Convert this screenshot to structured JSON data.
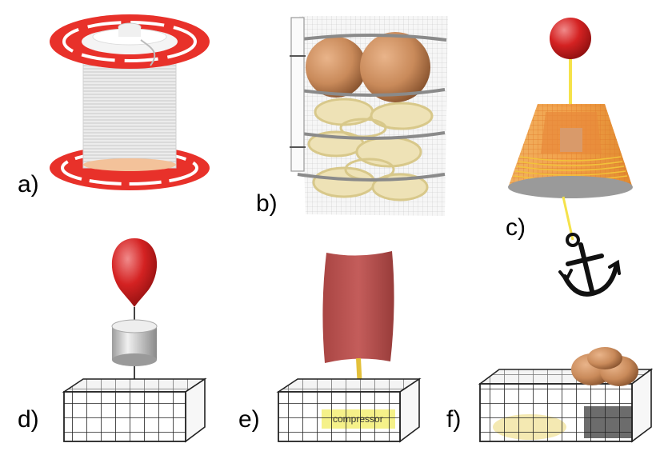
{
  "labels": {
    "a": "a)",
    "b": "b)",
    "c": "c)",
    "d": "d)",
    "e": "e)",
    "f": "f)"
  },
  "compressor_text": "compressor",
  "icons": [
    "spool-icon",
    "floats-and-coils-icon",
    "buoy-trap-icon",
    "anchor-icon",
    "balloon-icon",
    "bag-icon",
    "cage-icon",
    "egg-floats-icon"
  ],
  "colors": {
    "spool_red": "#e8312a",
    "float_orange": "#c98a5a",
    "balloon_red": "#d42222",
    "bag_red": "#b85250",
    "rope_yellow": "#f5e24a",
    "coil_tan": "#e7d9a8",
    "compressor_yellow": "#f4ef7c"
  }
}
